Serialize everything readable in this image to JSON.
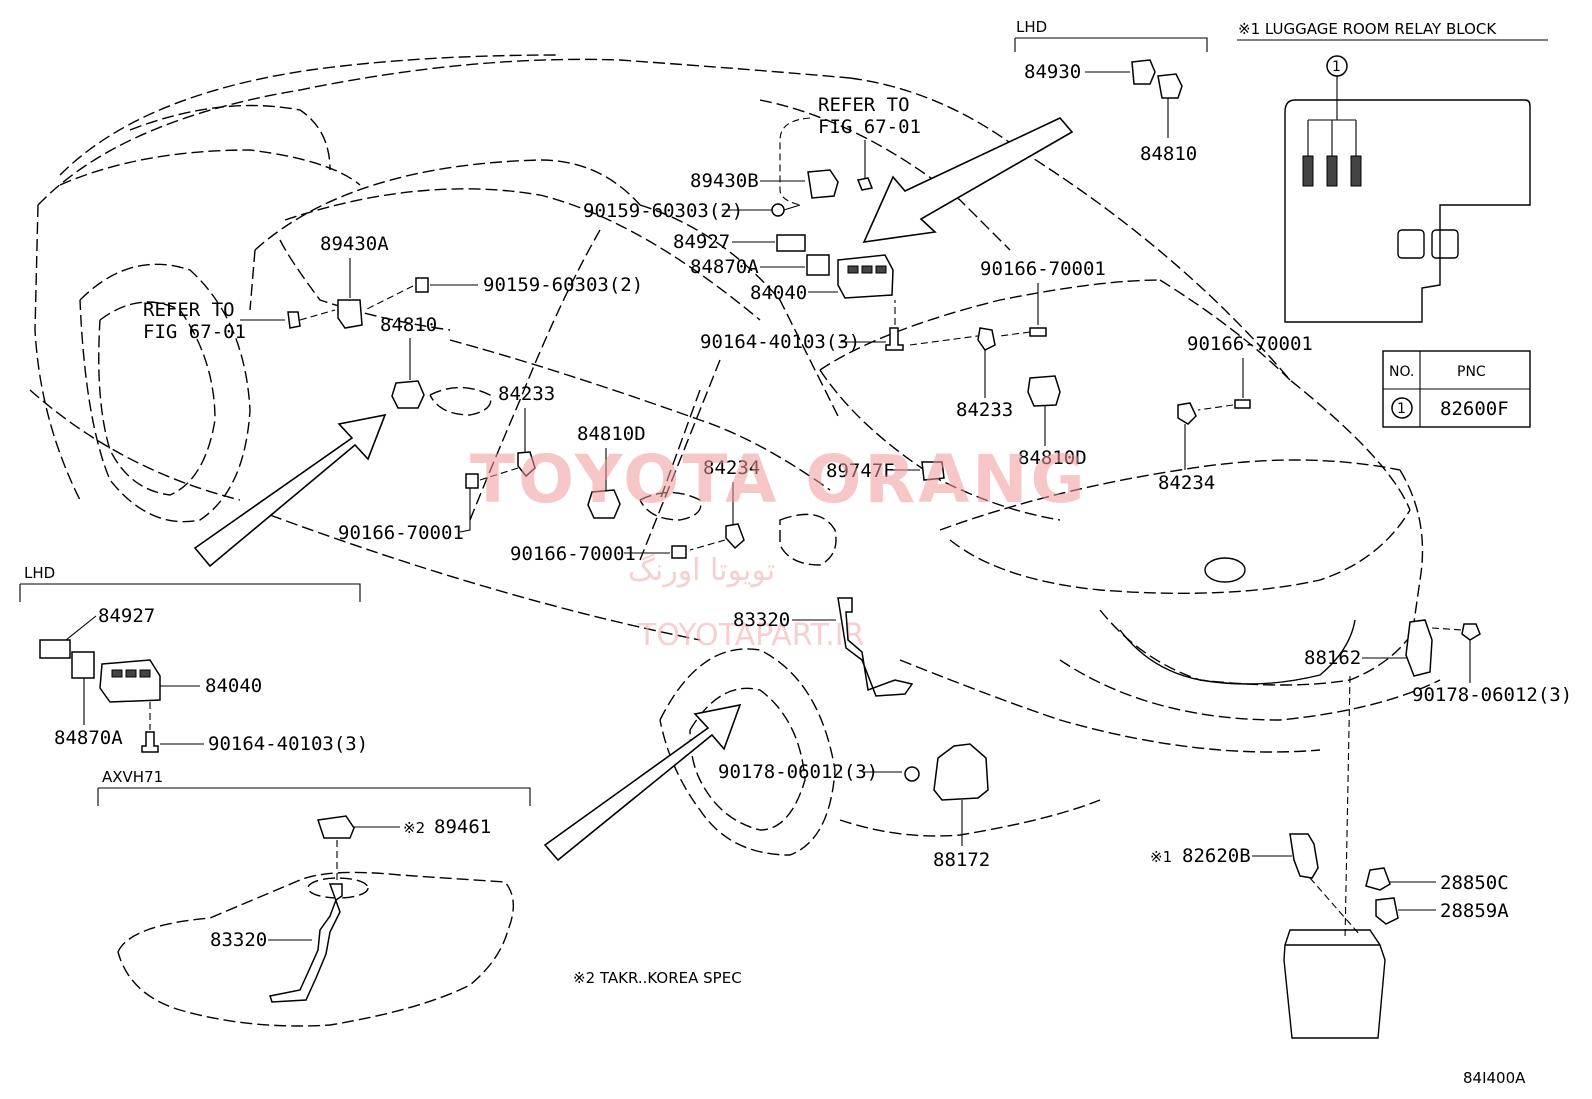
{
  "watermark": {
    "brand": "TOYOTA ORANG",
    "persian": "تویوتا اورنگ",
    "site": "TOYOTAPART.IR"
  },
  "relay_block": {
    "title": "※1 LUGGAGE ROOM RELAY BLOCK",
    "callout": "1",
    "table": {
      "headers": [
        "NO.",
        "PNC"
      ],
      "rows": [
        {
          "no": "1",
          "pnc": "82600F"
        }
      ]
    }
  },
  "groups": {
    "lhd_top": "LHD",
    "lhd_left": "LHD",
    "axvh71": "AXVH71"
  },
  "notes": {
    "korea": "※2 TAKR..KOREA SPEC",
    "footer_code": "84I400A"
  },
  "refer": {
    "top_line1": "REFER TO",
    "top_line2": "FIG 67-01",
    "left_line1": "REFER TO",
    "left_line2": "FIG 67-01"
  },
  "parts": {
    "p84930": "84930",
    "p84810_lhd": "84810",
    "p89430B": "89430B",
    "p90159_top": "90159-60303(2)",
    "p84927_top": "84927",
    "p84870A_top": "84870A",
    "p84040_top": "84040",
    "p90164_top": "90164-40103(3)",
    "p90166_r1": "90166-70001",
    "p90166_r2": "90166-70001",
    "p84233_r": "84233",
    "p84810D_r": "84810D",
    "p84234_r": "84234",
    "p89430A": "89430A",
    "p90159_left": "90159-60303(2)",
    "p84810_left": "84810",
    "p84233_l": "84233",
    "p84810D_l": "84810D",
    "p84234_l": "84234",
    "p89747F": "89747F",
    "p90166_l1": "90166-70001",
    "p90166_l2": "90166-70001",
    "p83320_car": "83320",
    "p88162": "88162",
    "p90178_r": "90178-06012(3)",
    "p90178_c": "90178-06012(3)",
    "p88172": "88172",
    "p82620B_mark": "※1",
    "p82620B": "82620B",
    "p28850C": "28850C",
    "p28859A": "28859A",
    "p84927_lhd": "84927",
    "p84040_lhd": "84040",
    "p84870A_lhd": "84870A",
    "p90164_lhd": "90164-40103(3)",
    "p89461_mark": "※2",
    "p89461": "89461",
    "p83320_tank": "83320"
  }
}
